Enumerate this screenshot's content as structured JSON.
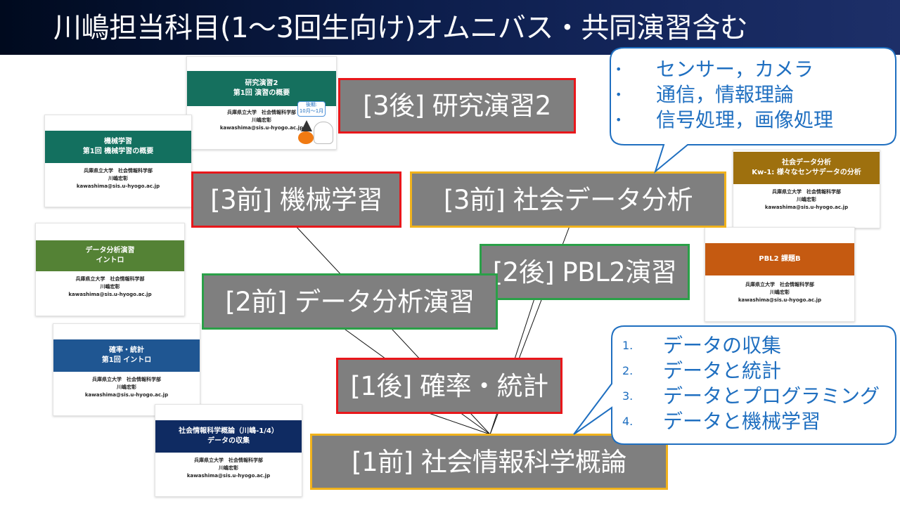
{
  "header": {
    "title": "川嶋担当科目(1〜3回生向け)オムニバス・共同演習含む"
  },
  "courses": {
    "c3b_research": "[3後] 研究演習2",
    "c3a_ml": "[3前] 機械学習",
    "c3a_social": "[3前] 社会データ分析",
    "c2b_pbl": "[2後] PBL2演習",
    "c2a_data": "[2前] データ分析演習",
    "c1b_prob": "[1後] 確率・統計",
    "c1a_intro": "[1前] 社会情報科学概論"
  },
  "thumbs": {
    "research": {
      "title1": "研究演習2",
      "title2": "第1回 演習の概要",
      "affil": "兵庫県立大学　社会情報科学部",
      "name": "川嶋宏彰",
      "email": "kawashima@sis.u-hyogo.ac.jp",
      "period": "後期:",
      "period2": "10月〜1月",
      "color": "#15705e"
    },
    "ml": {
      "title1": "機械学習",
      "title2": "第1回 機械学習の概要",
      "affil": "兵庫県立大学　社会情報科学部",
      "name": "川嶋宏彰",
      "email": "kawashima@sis.u-hyogo.ac.jp",
      "color": "#13705f"
    },
    "data": {
      "title1": "データ分析演習",
      "title2": "イントロ",
      "affil": "兵庫県立大学　社会情報科学部",
      "name": "川嶋宏彰",
      "email": "kawashima@sis.u-hyogo.ac.jp",
      "color": "#548235"
    },
    "prob": {
      "title1": "確率・統計",
      "title2": "第1回 イントロ",
      "affil": "兵庫県立大学　社会情報科学部",
      "name": "川嶋宏彰",
      "email": "kawashima@sis.u-hyogo.ac.jp",
      "color": "#1f5692"
    },
    "intro": {
      "title1": "社会情報科学概論（川嶋-1/4）",
      "title2": "データの収集",
      "affil": "兵庫県立大学　社会情報科学部",
      "name": "川嶋宏彰",
      "email": "kawashima@sis.u-hyogo.ac.jp",
      "color": "#0f2b62"
    },
    "social": {
      "title1": "社会データ分析",
      "title2": "Kw-1: 様々なセンサデータの分析",
      "affil": "兵庫県立大学　社会情報科学部",
      "name": "川嶋宏彰",
      "email": "kawashima@sis.u-hyogo.ac.jp",
      "color": "#9e700e"
    },
    "pbl": {
      "title1": "PBL2 課題B",
      "affil": "兵庫県立大学　社会情報科学部",
      "name": "川嶋宏彰",
      "email": "kawashima@sis.u-hyogo.ac.jp",
      "color": "#c55a11"
    }
  },
  "callout_top": {
    "marker": "•",
    "items": [
      "センサー，カメラ",
      "通信，情報理論",
      "信号処理，画像処理"
    ]
  },
  "callout_bottom": {
    "markers": [
      "1.",
      "2.",
      "3.",
      "4."
    ],
    "items": [
      "データの収集",
      "データと統計",
      "データとプログラミング",
      "データと機械学習"
    ]
  },
  "colors": {
    "red_border": "#e8171b",
    "yellow_border": "#f0b21c",
    "green_border": "#2aa048",
    "box_fill": "#7f7f7f",
    "callout_text": "#1f6fc0",
    "callout_border": "#1f6fc0"
  }
}
